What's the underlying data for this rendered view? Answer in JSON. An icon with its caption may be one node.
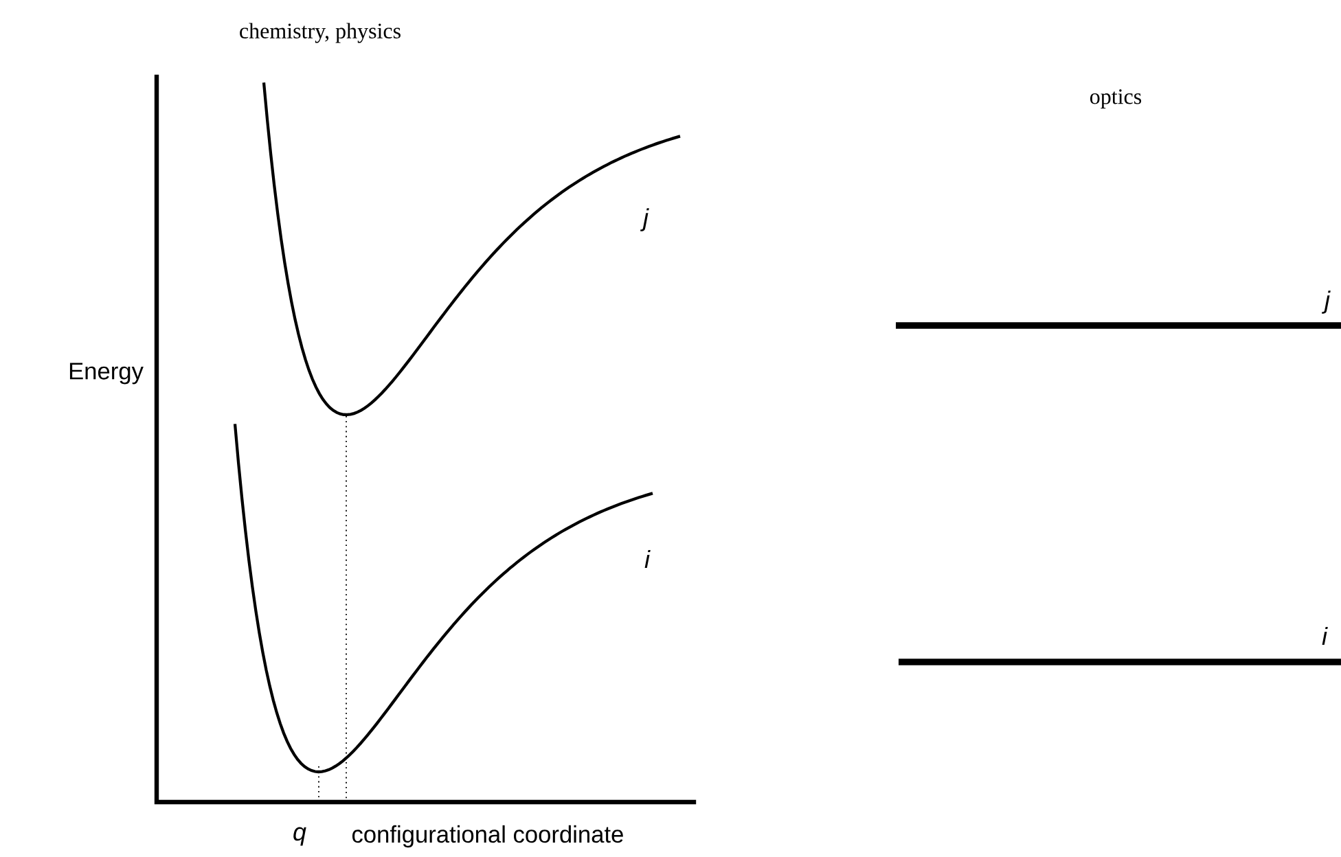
{
  "diagram": {
    "labels": [
      "chemistry, physics",
      "optics",
      "Energy",
      "j",
      "i",
      "j",
      "i",
      "q",
      "configurational coordinate"
    ]
  }
}
